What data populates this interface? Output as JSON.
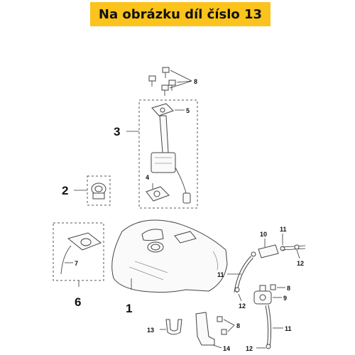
{
  "banner": {
    "text": "Na obrázku díl číslo 13",
    "color": "#fbc31b"
  },
  "callouts": {
    "n1": "1",
    "n2": "2",
    "n3": "3",
    "n4": "4",
    "n5": "5",
    "n6": "6",
    "n7": "7",
    "n8a": "8",
    "n8b": "8",
    "n8c": "8",
    "n9": "9",
    "n10": "10",
    "n11a": "11",
    "n11b": "11",
    "n11c": "11",
    "n12a": "12",
    "n12b": "12",
    "n12c": "12",
    "n13": "13",
    "n14": "14"
  }
}
